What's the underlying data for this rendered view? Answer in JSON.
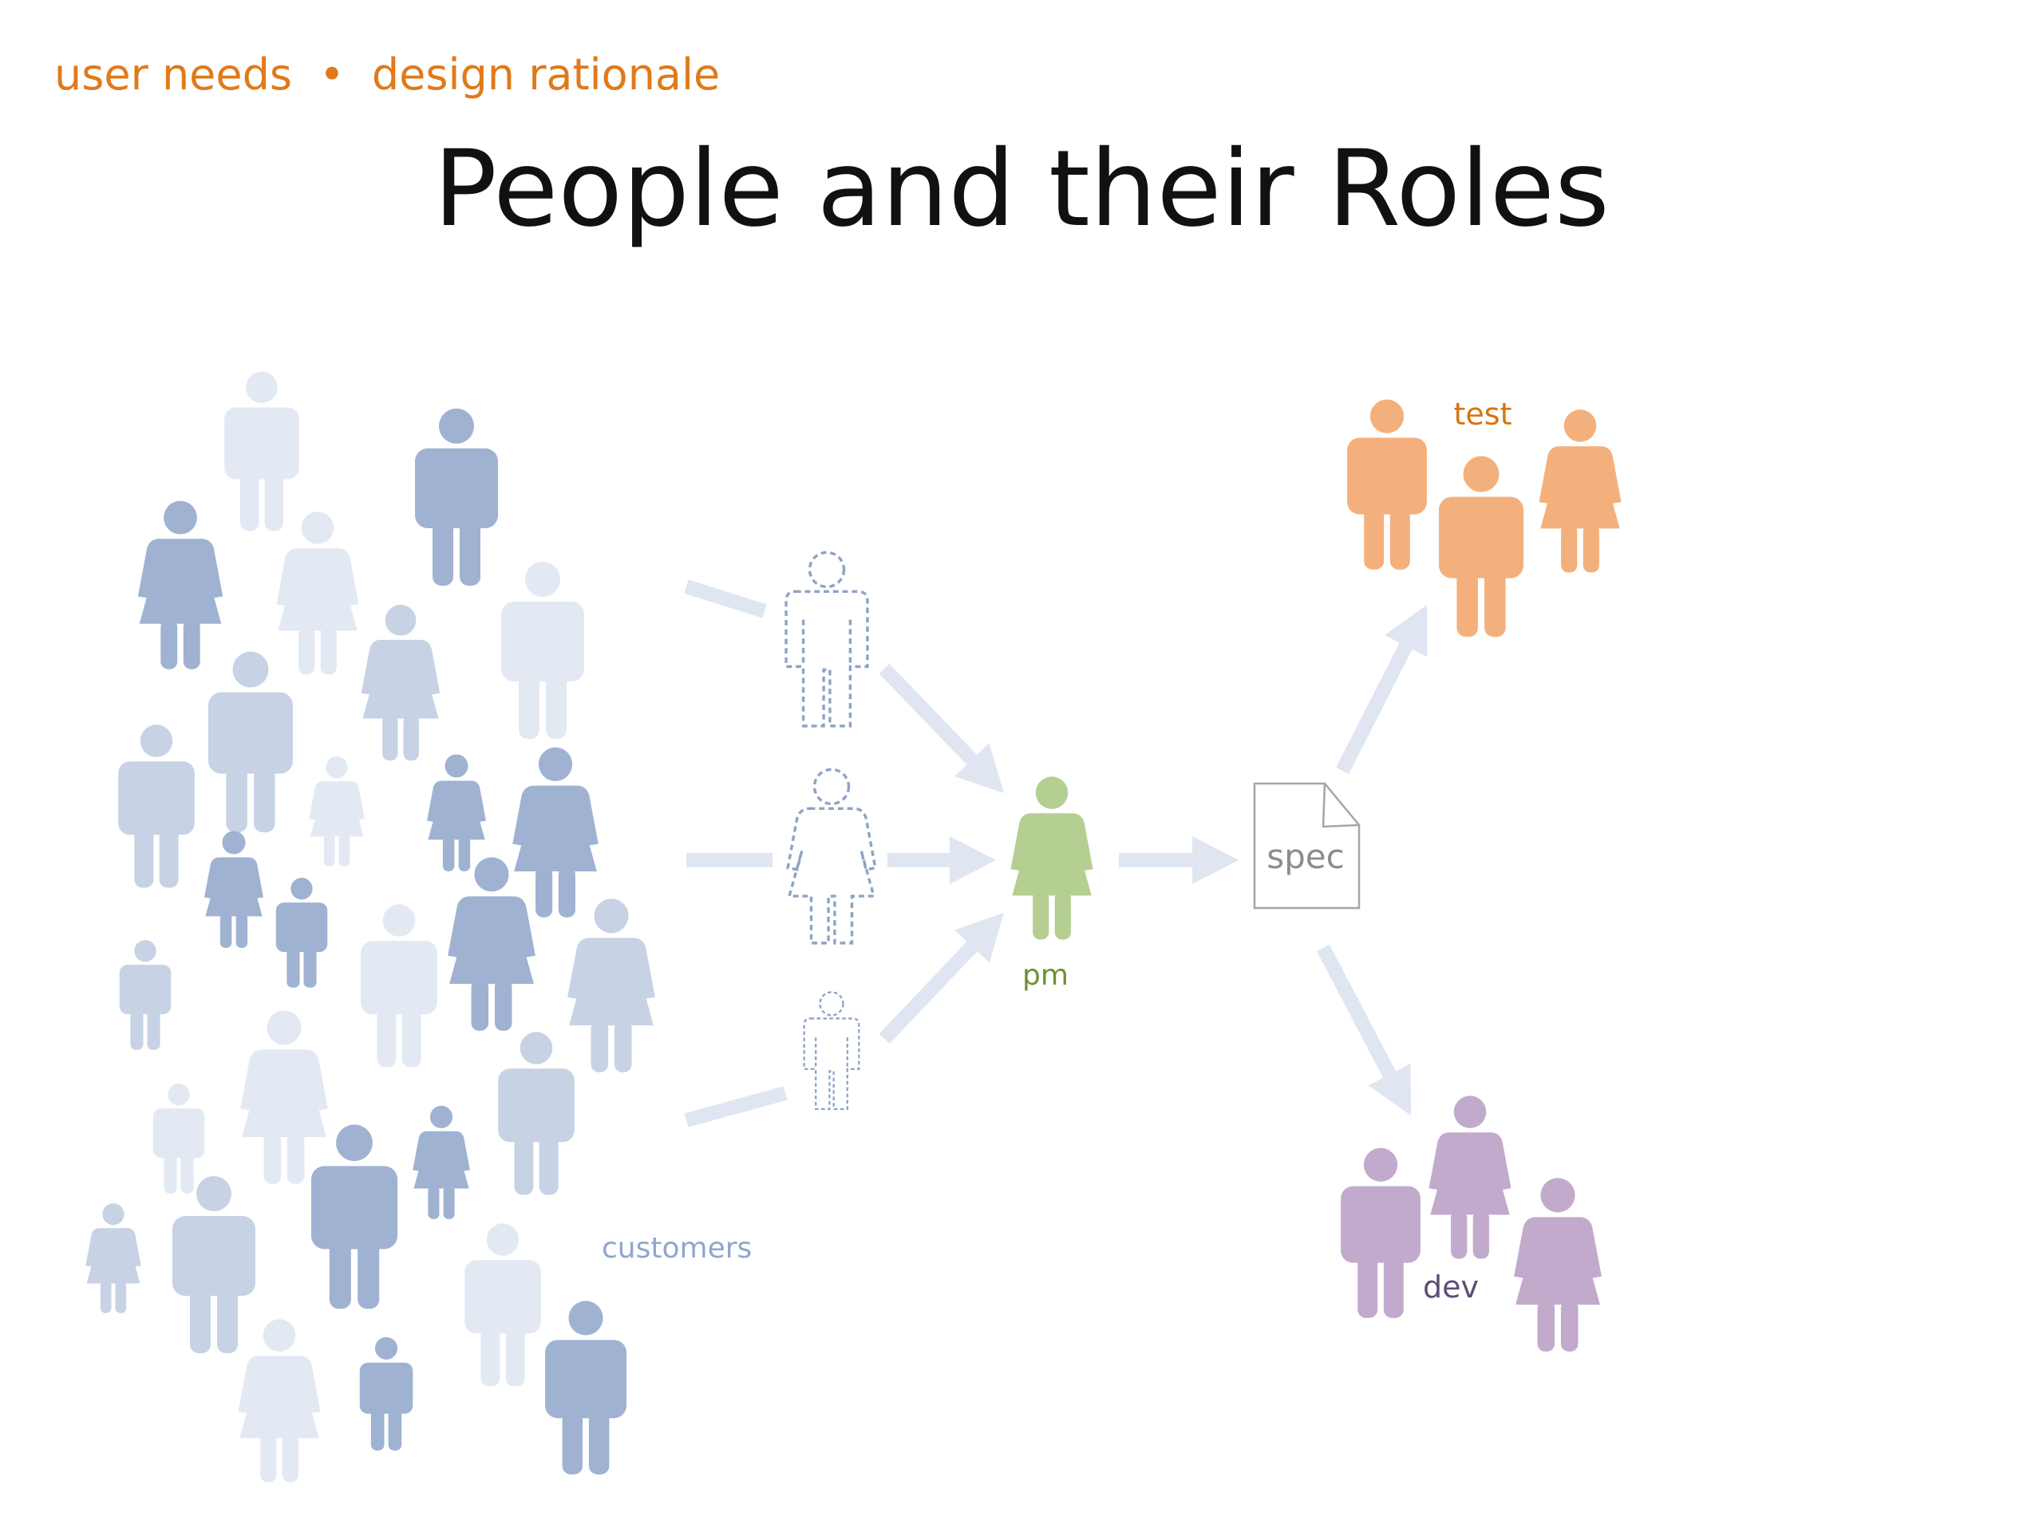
{
  "header": {
    "breadcrumb_first": "user needs",
    "breadcrumb_separator": "•",
    "breadcrumb_second": "design rationale",
    "title": "People and their Roles"
  },
  "diagram": {
    "labels": {
      "customers": "customers",
      "pm": "pm",
      "spec": "spec",
      "test": "test",
      "dev": "dev"
    },
    "icon_names": [
      "person-icon",
      "document-icon",
      "arrow-icon"
    ]
  },
  "colors": {
    "breadcrumb": "#E07A1A",
    "title": "#111111",
    "customers_dark": "#9FB2D2",
    "customers_mid": "#C7D2E5",
    "customers_light": "#E3E9F3",
    "customers_label": "#8FA6CE",
    "persona_outline": "#8EA3C6",
    "arrow": "#DFE6F1",
    "pm": "#B5CE91",
    "pm_label": "#6D8F34",
    "spec_border": "#A6A6A6",
    "spec_text": "#8C8C8C",
    "test": "#F4B07C",
    "test_label": "#D9740E",
    "dev": "#C2AACC",
    "dev_label": "#5E4D77"
  }
}
